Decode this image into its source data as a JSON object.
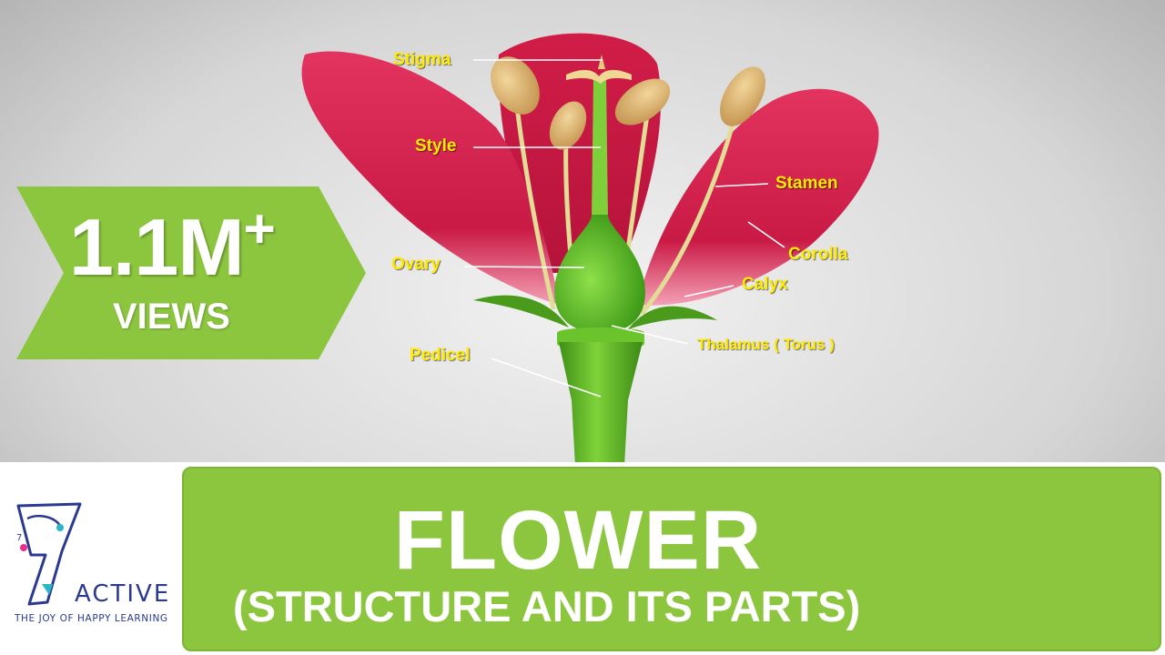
{
  "badge": {
    "count": "1.1M",
    "plus": "+",
    "word": "VIEWS"
  },
  "labels": {
    "stigma": "Stigma",
    "style": "Style",
    "stamen": "Stamen",
    "corolla": "Corolla",
    "ovary": "Ovary",
    "calyx": "Calyx",
    "thalamus": "Thalamus ( Torus )",
    "pedicel": "Pedicel"
  },
  "banner": {
    "title": "FLOWER",
    "subtitle": "(STRUCTURE AND ITS PARTS)"
  },
  "logo": {
    "numeral": "7",
    "brand": "ACTIVE",
    "tagline": "THE JOY OF HAPPY LEARNING"
  },
  "colors": {
    "label_yellow": "#ffeb00",
    "badge_green": "#8cc63f",
    "petal_red": "#d81e4b",
    "stem_green": "#6fc52b",
    "brand_blue": "#2b3990"
  }
}
